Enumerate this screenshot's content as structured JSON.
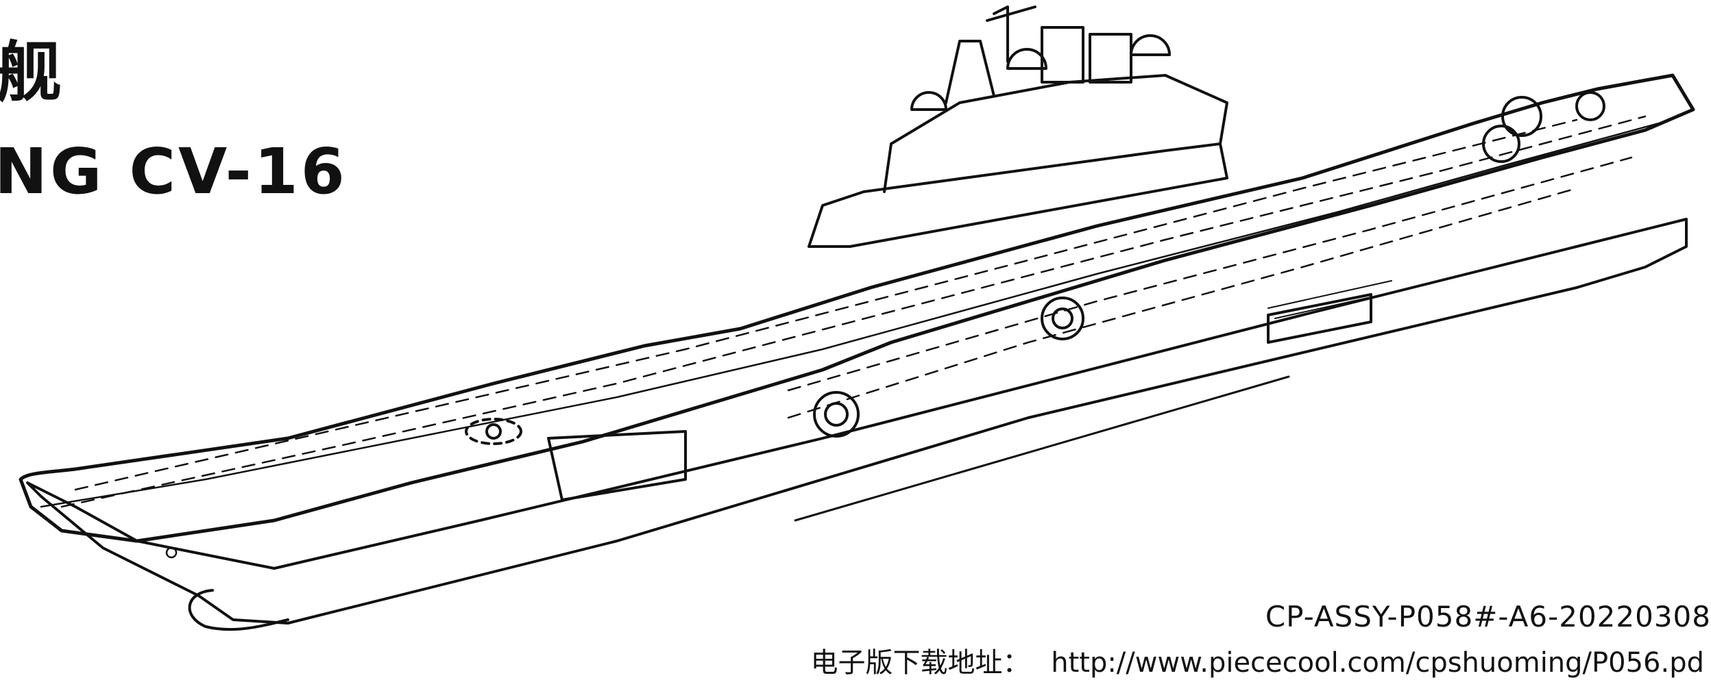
{
  "title": {
    "chinese": "舰",
    "english": "NG CV-16"
  },
  "illustration": {
    "subject": "aircraft-carrier-line-drawing"
  },
  "footer": {
    "document_code": "CP-ASSY-P058#-A6-20220308",
    "download_label": "电子版下载地址：",
    "download_url": "http://www.piececool.com/cpshuoming/P056.pd"
  }
}
